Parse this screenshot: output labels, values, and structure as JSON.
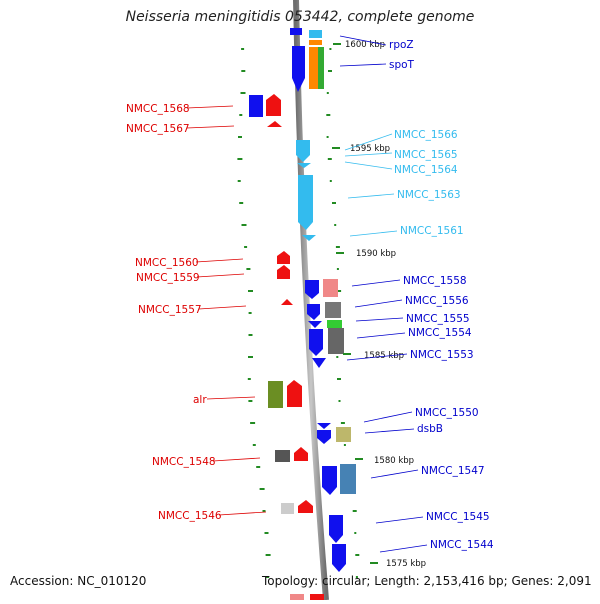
{
  "title": "Neisseria meningitidis 053442, complete genome",
  "footer": {
    "accession": "Accession: NC_010120",
    "topology": "Topology: circular; Length: 2,153,416 bp; Genes: 2,091"
  },
  "colors": {
    "backbone": "#8a8a8a",
    "forward_label": "#0000cc",
    "forward_label_light": "#33bbee",
    "reverse_label": "#dd0000",
    "gc_tick": "#228b22"
  },
  "kbp_markers": [
    "1600 kbp",
    "1595 kbp",
    "1590 kbp",
    "1585 kbp",
    "1580 kbp",
    "1575 kbp"
  ],
  "forward_genes": [
    "rpoZ",
    "spoT",
    "NMCC_1566",
    "NMCC_1565",
    "NMCC_1564",
    "NMCC_1563",
    "NMCC_1561",
    "NMCC_1558",
    "NMCC_1556",
    "NMCC_1555",
    "NMCC_1554",
    "NMCC_1553",
    "NMCC_1550",
    "dsbB",
    "NMCC_1547",
    "NMCC_1545",
    "NMCC_1544"
  ],
  "reverse_genes": [
    "NMCC_1568",
    "NMCC_1567",
    "NMCC_1560",
    "NMCC_1559",
    "NMCC_1557",
    "alr",
    "NMCC_1548",
    "NMCC_1546"
  ]
}
